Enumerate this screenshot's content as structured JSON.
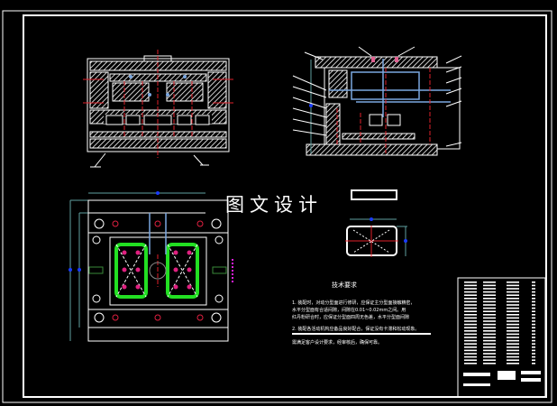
{
  "watermark": "图文设计",
  "tech_requirements": {
    "title": "技术要求",
    "lines": [
      "1. 装配时，对动分型面进行修研，应保证主分型面接触精密，",
      "水平分型面有合适间隙，间隙在0.01~0.02mm之间。用",
      "红丹粉研合时，应保证分型面四周无色差，水平分型面间隙",
      "2. 装配各活动机构应备品良好配合，保证没有卡滞和松动现象。",
      "需满足客户设计要求，经审核后，确保可靠。"
    ]
  },
  "colors": {
    "background": "#000000",
    "lines": "#ffffff",
    "centerlines": "#e0202a",
    "cooling": "#7aa7e0",
    "cavity": "#22e022",
    "dimension": "#1a3cff",
    "marker": "#e020e0"
  }
}
